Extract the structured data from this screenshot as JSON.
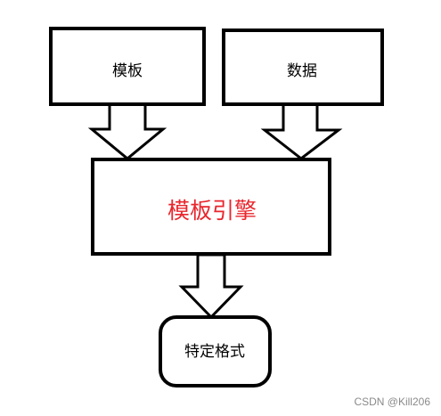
{
  "diagram": {
    "nodes": {
      "template": {
        "label": "模板"
      },
      "data": {
        "label": "数据"
      },
      "engine": {
        "label": "模板引擎"
      },
      "output": {
        "label": "特定格式"
      }
    },
    "edges": [
      {
        "from": "template",
        "to": "engine"
      },
      {
        "from": "data",
        "to": "engine"
      },
      {
        "from": "engine",
        "to": "output"
      }
    ],
    "colors": {
      "engine_text": "#e8262d",
      "stroke": "#000000",
      "background": "#ffffff"
    }
  },
  "watermark": "CSDN @Kill206"
}
